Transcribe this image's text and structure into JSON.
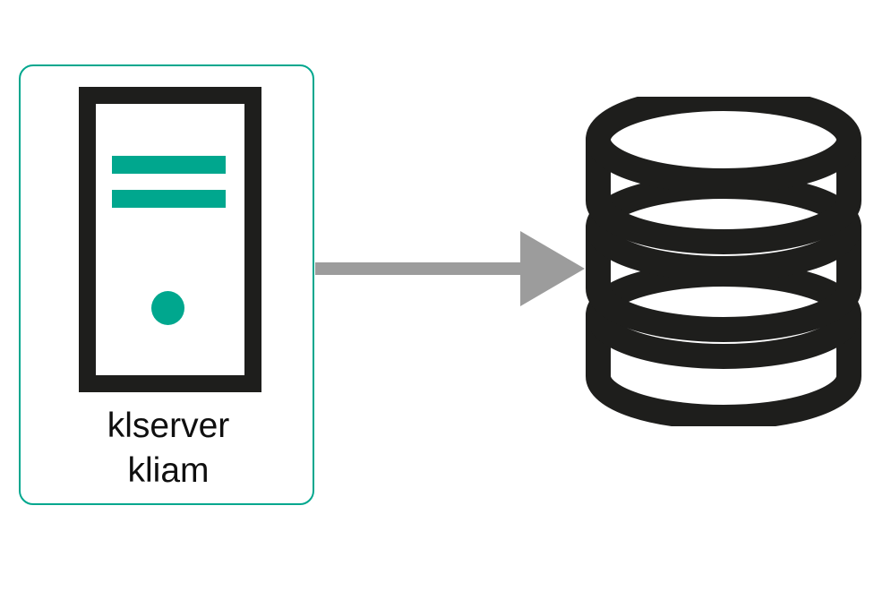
{
  "diagram": {
    "type": "architecture-flow",
    "background_color": "#ffffff",
    "nodes": [
      {
        "id": "server-node",
        "icon": "server-tower-icon",
        "label_line_1": "klserver",
        "label_line_2": "kliam",
        "container_border_color": "#00a78e",
        "accent_color": "#00a78e",
        "outline_color": "#1e1e1c"
      },
      {
        "id": "database-node",
        "icon": "database-cylinder-icon",
        "label": "",
        "outline_color": "#1e1e1c",
        "disc_count": 3
      }
    ],
    "connectors": [
      {
        "id": "server-to-database",
        "icon": "right-arrow-icon",
        "from": "server-node",
        "to": "database-node",
        "color": "#9c9c9c",
        "direction": "right",
        "label": ""
      }
    ]
  }
}
